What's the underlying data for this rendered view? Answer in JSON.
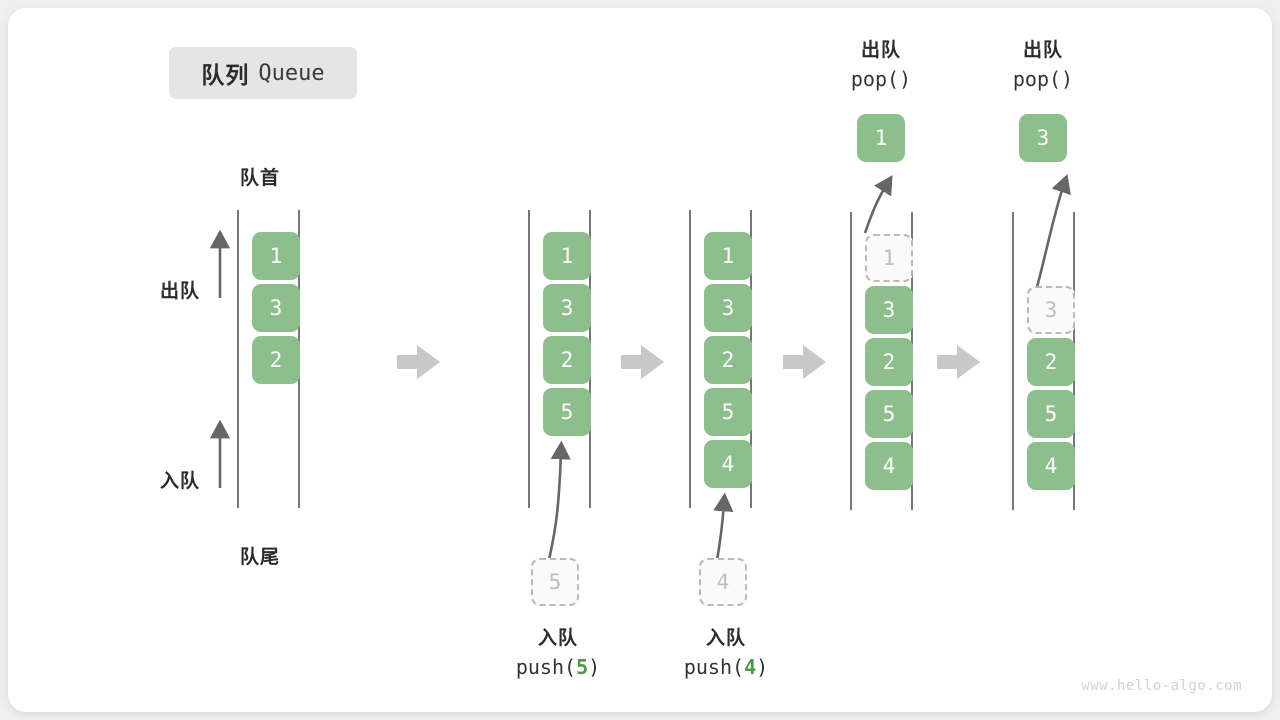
{
  "title": {
    "cn": "队列",
    "en": "Queue"
  },
  "labels": {
    "front": "队首",
    "rear": "队尾",
    "dequeue": "出队",
    "enqueue": "入队"
  },
  "watermark": "www.hello-algo.com",
  "colors": {
    "cell_fill": "#8cbf8c",
    "cell_text": "#ffffff",
    "ghost_border": "#b9b9b9",
    "ghost_text": "#bdbdbd",
    "rail": "#555555",
    "arrow_gray": "#c8c8c8",
    "accent_green": "#4a9a4a",
    "badge_bg": "#e5e5e5",
    "card_bg": "#ffffff",
    "page_bg": "#f0f0f0"
  },
  "steps": [
    {
      "id": "initial",
      "cells": [
        {
          "value": "1",
          "state": "filled"
        },
        {
          "value": "3",
          "state": "filled"
        },
        {
          "value": "2",
          "state": "filled"
        }
      ]
    },
    {
      "id": "after-push-5",
      "cells": [
        {
          "value": "1",
          "state": "filled"
        },
        {
          "value": "3",
          "state": "filled"
        },
        {
          "value": "2",
          "state": "filled"
        },
        {
          "value": "5",
          "state": "filled"
        }
      ],
      "incoming": {
        "value": "5",
        "state": "ghost"
      },
      "caption": {
        "line1": "入队",
        "op": "push(",
        "num": "5",
        "close": ")"
      }
    },
    {
      "id": "after-push-4",
      "cells": [
        {
          "value": "1",
          "state": "filled"
        },
        {
          "value": "3",
          "state": "filled"
        },
        {
          "value": "2",
          "state": "filled"
        },
        {
          "value": "5",
          "state": "filled"
        },
        {
          "value": "4",
          "state": "filled"
        }
      ],
      "incoming": {
        "value": "4",
        "state": "ghost"
      },
      "caption": {
        "line1": "入队",
        "op": "push(",
        "num": "4",
        "close": ")"
      }
    },
    {
      "id": "after-pop-1",
      "cells": [
        {
          "value": "1",
          "state": "ghost"
        },
        {
          "value": "3",
          "state": "filled"
        },
        {
          "value": "2",
          "state": "filled"
        },
        {
          "value": "5",
          "state": "filled"
        },
        {
          "value": "4",
          "state": "filled"
        }
      ],
      "popped": {
        "value": "1"
      },
      "caption": {
        "line1": "出队",
        "line2": "pop()"
      }
    },
    {
      "id": "after-pop-3",
      "cells": [
        {
          "value": "",
          "state": "empty"
        },
        {
          "value": "3",
          "state": "ghost"
        },
        {
          "value": "2",
          "state": "filled"
        },
        {
          "value": "5",
          "state": "filled"
        },
        {
          "value": "4",
          "state": "filled"
        }
      ],
      "popped": {
        "value": "3"
      },
      "caption": {
        "line1": "出队",
        "line2": "pop()"
      }
    }
  ]
}
